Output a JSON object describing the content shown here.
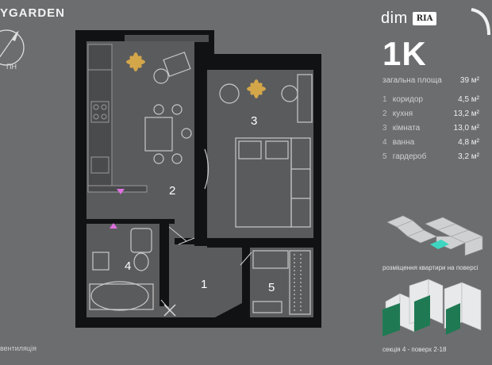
{
  "brand": "YGARDEN",
  "compass_label": "ПН",
  "logo": {
    "dim": "dim",
    "ria": "RIA"
  },
  "apartment": {
    "type": "1K",
    "total_label": "загальна площа",
    "total_value": "39 м²",
    "rooms": [
      {
        "num": "1",
        "name": "коридор",
        "area": "4,5 м²"
      },
      {
        "num": "2",
        "name": "кухня",
        "area": "13,2 м²"
      },
      {
        "num": "3",
        "name": "кімната",
        "area": "13,0 м²"
      },
      {
        "num": "4",
        "name": "ванна",
        "area": "4,8 м²"
      },
      {
        "num": "5",
        "name": "гардероб",
        "area": "3,2 м²"
      }
    ]
  },
  "plan_labels": {
    "r1": "1",
    "r2": "2",
    "r3": "3",
    "r4": "4",
    "r5": "5"
  },
  "floor_position_caption": "розміщення квартири на поверсі",
  "section_caption": "секція 4 - поверх 2-18",
  "vent_caption": "вентиляція",
  "colors": {
    "background": "#6c6d6f",
    "wall": "#111213",
    "floor": "#5a5b5d",
    "highlight": "#3ed6c0",
    "building_green": "#1f7a54",
    "marker": "#e070e0"
  }
}
